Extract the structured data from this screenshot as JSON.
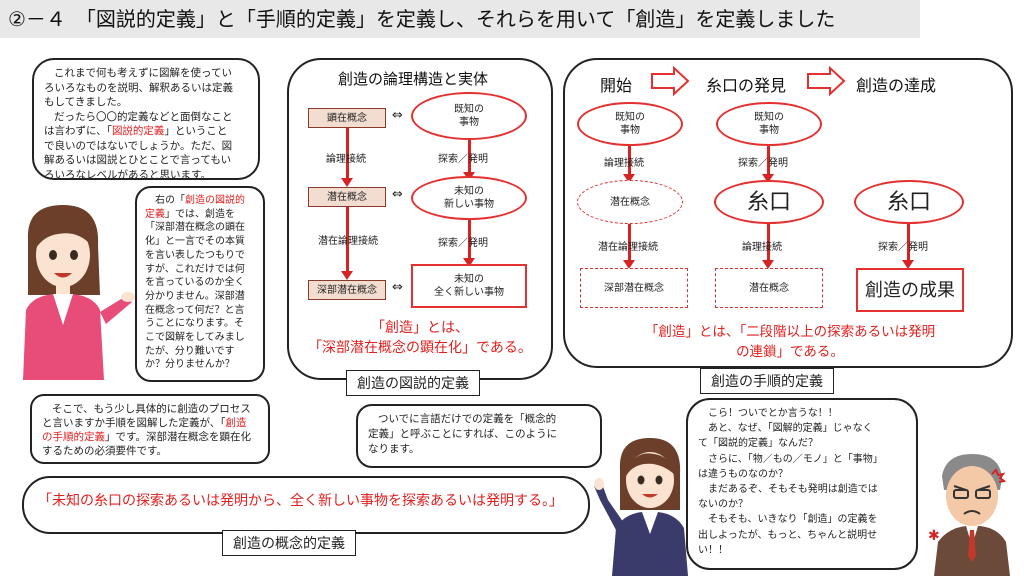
{
  "title": "②－４　「図説的定義」と「手順的定義」を定義し、それらを用いて「創造」を定義しました",
  "bubble_top_left": {
    "l1": "これまで何も考えずに図解を使ってい",
    "l2": "ろいろなものを説明、解釈あるいは定義",
    "l3": "もしてきました。",
    "l4": "だったら〇〇的定義などと面倒なこと",
    "l5a": "は言わずに、「",
    "l5b": "図説的定義",
    "l5c": "」ということ",
    "l6": "で良いのではないでしょうか。ただ、図",
    "l7": "解あるいは図説とひとことで言ってもい",
    "l8": "ろいろなレベルがあると思います。"
  },
  "bubble_mid_left": {
    "l1a": "右の「",
    "l1b": "創造の図説的",
    "l2a": "定義",
    "l2b": "」では、創造を",
    "l3": "「深部潜在概念の顕在",
    "l4": "化」と一言でその本質",
    "l5": "を言い表したつもりで",
    "l6": "すが、これだけでは何",
    "l7": "を言っているのか全く",
    "l8": "分かりません。深部潜",
    "l9": "在概念って何だ？と言",
    "l10": "うことになります。そ",
    "l11": "こで図解をしてみまし",
    "l12": "たが、分り難いです",
    "l13": "か？分りませんか？"
  },
  "bubble_bottom_left": {
    "l1": "そこで、もう少し具体的に創造のプロセス",
    "l2a": "と言いますか手順を図解した定義が、「",
    "l2b": "創造",
    "l3a": "の手順的定義",
    "l3b": "」です。深部潜在概念を顕在化",
    "l4": "するための必須要件です。"
  },
  "concept_definition": {
    "text": "「未知の糸口の探索あるいは発明から、全く新しい事物を探索あるいは発明する。」",
    "caption": "創造の概念的定義"
  },
  "bubble_center": {
    "l1": "ついでに言語だけでの定義を「概念的",
    "l2": "定義」と呼ぶことにすれば、このように",
    "l3": "なります。"
  },
  "bubble_right": {
    "l1": "こら！ついでとか言うな！！",
    "l2": "あと、なぜ、「図解的定義」じゃなく",
    "l3": "て「図説的定義」なんだ？",
    "l4": "さらに、「物／もの／モノ」と「事物」",
    "l5": "は違うものなのか？",
    "l6": "まだあるぞ、そもそも発明は創造では",
    "l7": "ないのか？",
    "l8": "そもそも、いきなり「創造」の定義を",
    "l9": "出しよったが、もっと、ちゃんと説明せ",
    "l10": "い！！"
  },
  "panel_left": {
    "title": "創造の論理構造と実体",
    "box1": "顕在概念",
    "box2": "潜在概念",
    "box3": "深部潜在概念",
    "link1": "論理接続",
    "link2": "潜在論理接続",
    "right1": "既知の\n事物",
    "right2": "未知の\n新しい事物",
    "right3": "未知の\n全く新しい事物",
    "search1": "探索／発明",
    "search2": "探索／発明",
    "rel": "⇔",
    "def_l1": "「創造」とは、",
    "def_l2": "「深部潜在概念の顕在化」である。",
    "caption": "創造の図説的定義"
  },
  "panel_right": {
    "head1": "開始",
    "head2": "糸口の発見",
    "head3": "創造の達成",
    "c1_top": "既知の\n事物",
    "c1_link1": "論理接続",
    "c1_mid": "潜在概念",
    "c1_link2": "潜在論理接続",
    "c1_bot": "深部潜在概念",
    "c2_top": "既知の\n事物",
    "c2_link1": "探索／発明",
    "c2_mid": "糸口",
    "c2_link2": "論理接続",
    "c2_bot": "潜在概念",
    "c3_mid": "糸口",
    "c3_link": "探索／発明",
    "c3_bot": "創造の成果",
    "def_l1": "「創造」とは、「二段階以上の探索あるいは発明",
    "def_l2": "の連鎖」である。",
    "caption": "創造の手順的定義"
  },
  "colors": {
    "accent_red": "#e53030",
    "arrow_red": "#d62424",
    "concept_fill": "#f3ddd0"
  }
}
